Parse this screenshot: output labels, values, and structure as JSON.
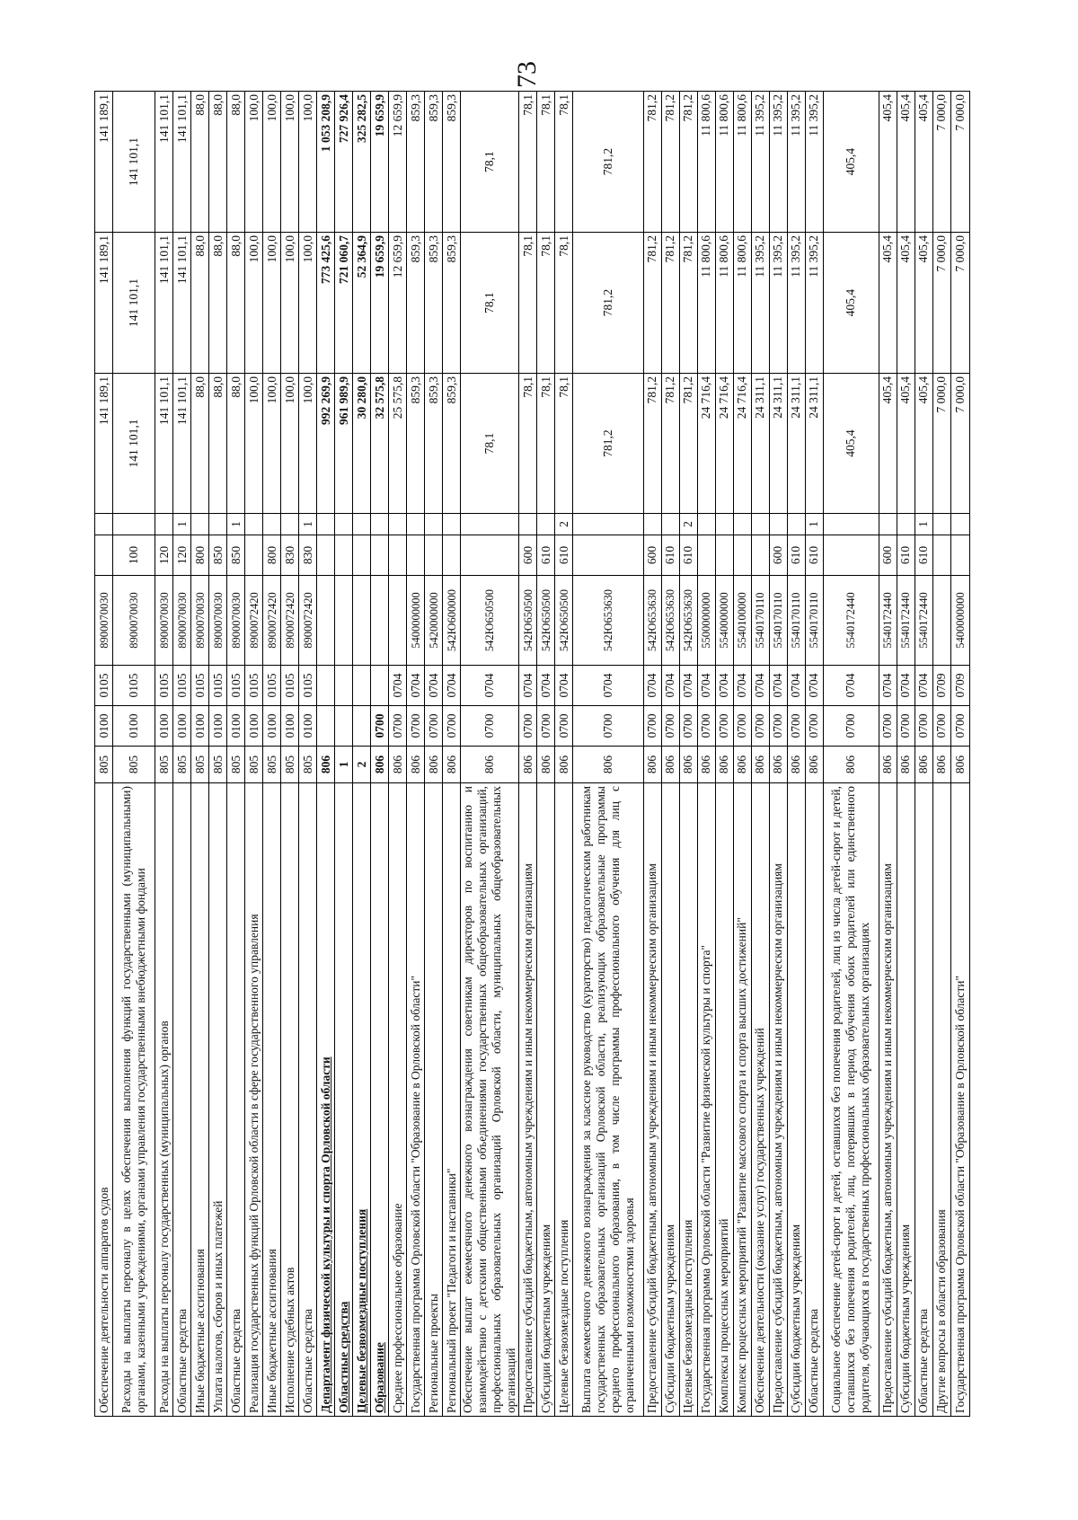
{
  "page_number": "73",
  "table": {
    "rows": [
      {
        "name": "Обеспечение деятельности аппаратов судов",
        "c1": "805",
        "c2": "0100",
        "c3": "0105",
        "c4": "8900070030",
        "c5": "",
        "c6": "",
        "v1": "141 189,1",
        "v2": "141 189,1",
        "v3": "141 189,1"
      },
      {
        "name": "Расходы на выплаты персоналу в целях обеспечения выполнения функций государственными (муниципальными) органами, казенными учреждениями, органами управления государственными внебюджетными фондами",
        "c1": "805",
        "c2": "0100",
        "c3": "0105",
        "c4": "8900070030",
        "c5": "100",
        "c6": "",
        "v1": "141 101,1",
        "v2": "141 101,1",
        "v3": "141 101,1"
      },
      {
        "name": "Расходы на выплаты персоналу государственных (муниципальных) органов",
        "c1": "805",
        "c2": "0100",
        "c3": "0105",
        "c4": "8900070030",
        "c5": "120",
        "c6": "",
        "v1": "141 101,1",
        "v2": "141 101,1",
        "v3": "141 101,1"
      },
      {
        "name": "Областные средства",
        "c1": "805",
        "c2": "0100",
        "c3": "0105",
        "c4": "8900070030",
        "c5": "120",
        "c6": "1",
        "v1": "141 101,1",
        "v2": "141 101,1",
        "v3": "141 101,1"
      },
      {
        "name": "Иные бюджетные ассигнования",
        "c1": "805",
        "c2": "0100",
        "c3": "0105",
        "c4": "8900070030",
        "c5": "800",
        "c6": "",
        "v1": "88,0",
        "v2": "88,0",
        "v3": "88,0"
      },
      {
        "name": "Уплата налогов, сборов и иных платежей",
        "c1": "805",
        "c2": "0100",
        "c3": "0105",
        "c4": "8900070030",
        "c5": "850",
        "c6": "",
        "v1": "88,0",
        "v2": "88,0",
        "v3": "88,0"
      },
      {
        "name": "Областные средства",
        "c1": "805",
        "c2": "0100",
        "c3": "0105",
        "c4": "8900070030",
        "c5": "850",
        "c6": "1",
        "v1": "88,0",
        "v2": "88,0",
        "v3": "88,0"
      },
      {
        "name": "Реализация государственных функций Орловской области в сфере государственного управления",
        "c1": "805",
        "c2": "0100",
        "c3": "0105",
        "c4": "8900072420",
        "c5": "",
        "c6": "",
        "v1": "100,0",
        "v2": "100,0",
        "v3": "100,0"
      },
      {
        "name": "Иные бюджетные ассигнования",
        "c1": "805",
        "c2": "0100",
        "c3": "0105",
        "c4": "8900072420",
        "c5": "800",
        "c6": "",
        "v1": "100,0",
        "v2": "100,0",
        "v3": "100,0"
      },
      {
        "name": "Исполнение судебных актов",
        "c1": "805",
        "c2": "0100",
        "c3": "0105",
        "c4": "8900072420",
        "c5": "830",
        "c6": "",
        "v1": "100,0",
        "v2": "100,0",
        "v3": "100,0"
      },
      {
        "name": "Областные средства",
        "c1": "805",
        "c2": "0100",
        "c3": "0105",
        "c4": "8900072420",
        "c5": "830",
        "c6": "1",
        "v1": "100,0",
        "v2": "100,0",
        "v3": "100,0"
      },
      {
        "name": "Департамент физической культуры и спорта Орловской области",
        "c1": "806",
        "c2": "",
        "c3": "",
        "c4": "",
        "c5": "",
        "c6": "",
        "v1": "992 269,9",
        "v2": "773 425,6",
        "v3": "1 053 208,9",
        "style": "bold under"
      },
      {
        "name": "Областные средства",
        "c1": "1",
        "c2": "",
        "c3": "",
        "c4": "",
        "c5": "",
        "c6": "",
        "v1": "961 989,9",
        "v2": "721 060,7",
        "v3": "727 926,4",
        "style": "bold under"
      },
      {
        "name": "Целевые безвозмездные поступления",
        "c1": "2",
        "c2": "",
        "c3": "",
        "c4": "",
        "c5": "",
        "c6": "",
        "v1": "30 280,0",
        "v2": "52 364,9",
        "v3": "325 282,5",
        "style": "bold under"
      },
      {
        "name": "Образование",
        "c1": "806",
        "c2": "0700",
        "c3": "",
        "c4": "",
        "c5": "",
        "c6": "",
        "v1": "32 575,8",
        "v2": "19 659,9",
        "v3": "19 659,9",
        "style": "bold under"
      },
      {
        "name": "Среднее профессиональное образование",
        "c1": "806",
        "c2": "0700",
        "c3": "0704",
        "c4": "",
        "c5": "",
        "c6": "",
        "v1": "25 575,8",
        "v2": "12 659,9",
        "v3": "12 659,9"
      },
      {
        "name": "Государственная программа Орловской области \"Образование в Орловской области\"",
        "c1": "806",
        "c2": "0700",
        "c3": "0704",
        "c4": "5400000000",
        "c5": "",
        "c6": "",
        "v1": "859,3",
        "v2": "859,3",
        "v3": "859,3"
      },
      {
        "name": "Региональные проекты",
        "c1": "806",
        "c2": "0700",
        "c3": "0704",
        "c4": "5420000000",
        "c5": "",
        "c6": "",
        "v1": "859,3",
        "v2": "859,3",
        "v3": "859,3"
      },
      {
        "name": "Региональный проект \"Педагоги и наставники\"",
        "c1": "806",
        "c2": "0700",
        "c3": "0704",
        "c4": "542Ю600000",
        "c5": "",
        "c6": "",
        "v1": "859,3",
        "v2": "859,3",
        "v3": "859,3"
      },
      {
        "name": "Обеспечение выплат ежемесячного денежного вознаграждения советникам директоров по воспитанию и взаимодействию с детскими общественными объединениями государственных общеобразовательных организаций, профессиональных образовательных организаций Орловской области, муниципальных общеобразовательных организаций",
        "c1": "806",
        "c2": "0700",
        "c3": "0704",
        "c4": "542Ю650500",
        "c5": "",
        "c6": "",
        "v1": "78,1",
        "v2": "78,1",
        "v3": "78,1"
      },
      {
        "name": "Предоставление субсидий бюджетным, автономным учреждениям и иным некоммерческим организациям",
        "c1": "806",
        "c2": "0700",
        "c3": "0704",
        "c4": "542Ю650500",
        "c5": "600",
        "c6": "",
        "v1": "78,1",
        "v2": "78,1",
        "v3": "78,1"
      },
      {
        "name": "Субсидии бюджетным учреждениям",
        "c1": "806",
        "c2": "0700",
        "c3": "0704",
        "c4": "542Ю650500",
        "c5": "610",
        "c6": "",
        "v1": "78,1",
        "v2": "78,1",
        "v3": "78,1"
      },
      {
        "name": "Целевые безвозмездные поступления",
        "c1": "806",
        "c2": "0700",
        "c3": "0704",
        "c4": "542Ю650500",
        "c5": "610",
        "c6": "2",
        "v1": "78,1",
        "v2": "78,1",
        "v3": "78,1"
      },
      {
        "name": "Выплата ежемесячного денежного вознаграждения за классное руководство (кураторство) педагогическим работникам государственных образовательных организаций Орловской области, реализующих образовательные программы среднего профессионального образования, в том числе программы профессионального обучения для лиц с ограниченными возможностями здоровья",
        "c1": "806",
        "c2": "0700",
        "c3": "0704",
        "c4": "542Ю653630",
        "c5": "",
        "c6": "",
        "v1": "781,2",
        "v2": "781,2",
        "v3": "781,2"
      },
      {
        "name": "Предоставление субсидий бюджетным, автономным учреждениям и иным некоммерческим организациям",
        "c1": "806",
        "c2": "0700",
        "c3": "0704",
        "c4": "542Ю653630",
        "c5": "600",
        "c6": "",
        "v1": "781,2",
        "v2": "781,2",
        "v3": "781,2"
      },
      {
        "name": "Субсидии бюджетным учреждениям",
        "c1": "806",
        "c2": "0700",
        "c3": "0704",
        "c4": "542Ю653630",
        "c5": "610",
        "c6": "",
        "v1": "781,2",
        "v2": "781,2",
        "v3": "781,2"
      },
      {
        "name": "Целевые безвозмездные поступления",
        "c1": "806",
        "c2": "0700",
        "c3": "0704",
        "c4": "542Ю653630",
        "c5": "610",
        "c6": "2",
        "v1": "781,2",
        "v2": "781,2",
        "v3": "781,2"
      },
      {
        "name": "Государственная программа Орловской области \"Развитие физической культуры и спорта\"",
        "c1": "806",
        "c2": "0700",
        "c3": "0704",
        "c4": "5500000000",
        "c5": "",
        "c6": "",
        "v1": "24 716,4",
        "v2": "11 800,6",
        "v3": "11 800,6"
      },
      {
        "name": "Комплексы процессных мероприятий",
        "c1": "806",
        "c2": "0700",
        "c3": "0704",
        "c4": "5540000000",
        "c5": "",
        "c6": "",
        "v1": "24 716,4",
        "v2": "11 800,6",
        "v3": "11 800,6"
      },
      {
        "name": "Комплекс процессных мероприятий \"Развитие массового спорта и спорта высших достижений\"",
        "c1": "806",
        "c2": "0700",
        "c3": "0704",
        "c4": "5540100000",
        "c5": "",
        "c6": "",
        "v1": "24 716,4",
        "v2": "11 800,6",
        "v3": "11 800,6"
      },
      {
        "name": "Обеспечение деятельности (оказание услуг) государственных учреждений",
        "c1": "806",
        "c2": "0700",
        "c3": "0704",
        "c4": "5540170110",
        "c5": "",
        "c6": "",
        "v1": "24 311,1",
        "v2": "11 395,2",
        "v3": "11 395,2"
      },
      {
        "name": "Предоставление субсидий бюджетным, автономным учреждениям и иным некоммерческим организациям",
        "c1": "806",
        "c2": "0700",
        "c3": "0704",
        "c4": "5540170110",
        "c5": "600",
        "c6": "",
        "v1": "24 311,1",
        "v2": "11 395,2",
        "v3": "11 395,2"
      },
      {
        "name": "Субсидии бюджетным учреждениям",
        "c1": "806",
        "c2": "0700",
        "c3": "0704",
        "c4": "5540170110",
        "c5": "610",
        "c6": "",
        "v1": "24 311,1",
        "v2": "11 395,2",
        "v3": "11 395,2"
      },
      {
        "name": "Областные средства",
        "c1": "806",
        "c2": "0700",
        "c3": "0704",
        "c4": "5540170110",
        "c5": "610",
        "c6": "1",
        "v1": "24 311,1",
        "v2": "11 395,2",
        "v3": "11 395,2"
      },
      {
        "name": "Социальное обеспечение детей-сирот и детей, оставшихся без попечения родителей, лиц из числа детей-сирот и детей, оставшихся без попечения родителей, лиц, потерявших в период обучения обоих родителей или единственного родителя, обучающихся в государственных профессиональных образовательных организациях",
        "c1": "806",
        "c2": "0700",
        "c3": "0704",
        "c4": "5540172440",
        "c5": "",
        "c6": "",
        "v1": "405,4",
        "v2": "405,4",
        "v3": "405,4"
      },
      {
        "name": "Предоставление субсидий бюджетным, автономным учреждениям и иным некоммерческим организациям",
        "c1": "806",
        "c2": "0700",
        "c3": "0704",
        "c4": "5540172440",
        "c5": "600",
        "c6": "",
        "v1": "405,4",
        "v2": "405,4",
        "v3": "405,4"
      },
      {
        "name": "Субсидии бюджетным учреждениям",
        "c1": "806",
        "c2": "0700",
        "c3": "0704",
        "c4": "5540172440",
        "c5": "610",
        "c6": "",
        "v1": "405,4",
        "v2": "405,4",
        "v3": "405,4"
      },
      {
        "name": "Областные средства",
        "c1": "806",
        "c2": "0700",
        "c3": "0704",
        "c4": "5540172440",
        "c5": "610",
        "c6": "1",
        "v1": "405,4",
        "v2": "405,4",
        "v3": "405,4"
      },
      {
        "name": "Другие вопросы в области образования",
        "c1": "806",
        "c2": "0700",
        "c3": "0709",
        "c4": "",
        "c5": "",
        "c6": "",
        "v1": "7 000,0",
        "v2": "7 000,0",
        "v3": "7 000,0"
      },
      {
        "name": "Государственная программа Орловской области \"Образование в Орловской области\"",
        "c1": "806",
        "c2": "0700",
        "c3": "0709",
        "c4": "5400000000",
        "c5": "",
        "c6": "",
        "v1": "7 000,0",
        "v2": "7 000,0",
        "v3": "7 000,0"
      }
    ]
  }
}
